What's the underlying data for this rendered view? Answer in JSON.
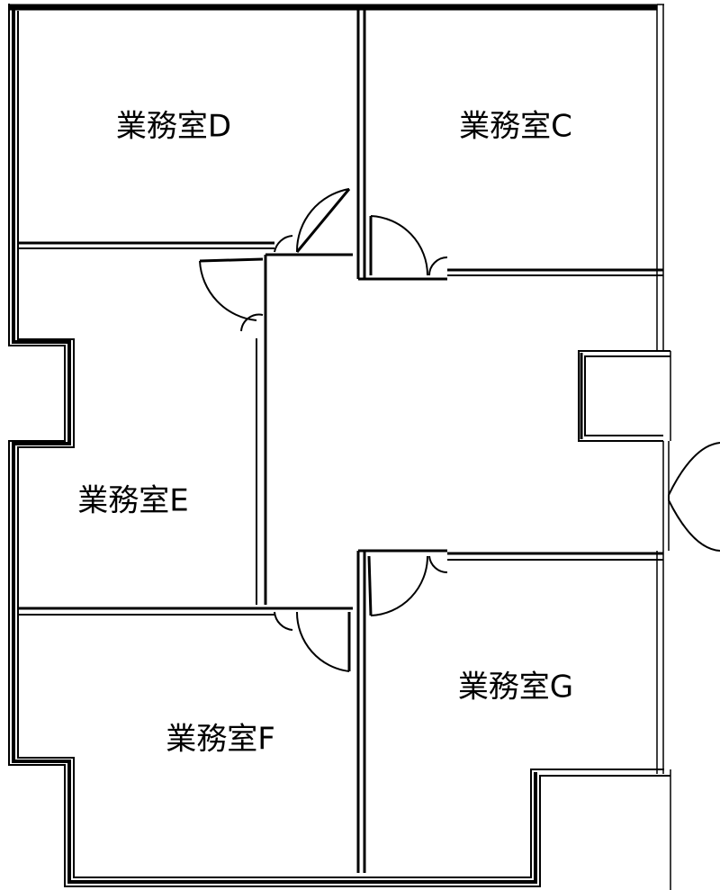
{
  "rooms": {
    "d": "業務室D",
    "c": "業務室C",
    "e": "業務室E",
    "f": "業務室F",
    "g": "業務室G"
  },
  "colors": {
    "wall": "#000000",
    "background": "#ffffff"
  }
}
